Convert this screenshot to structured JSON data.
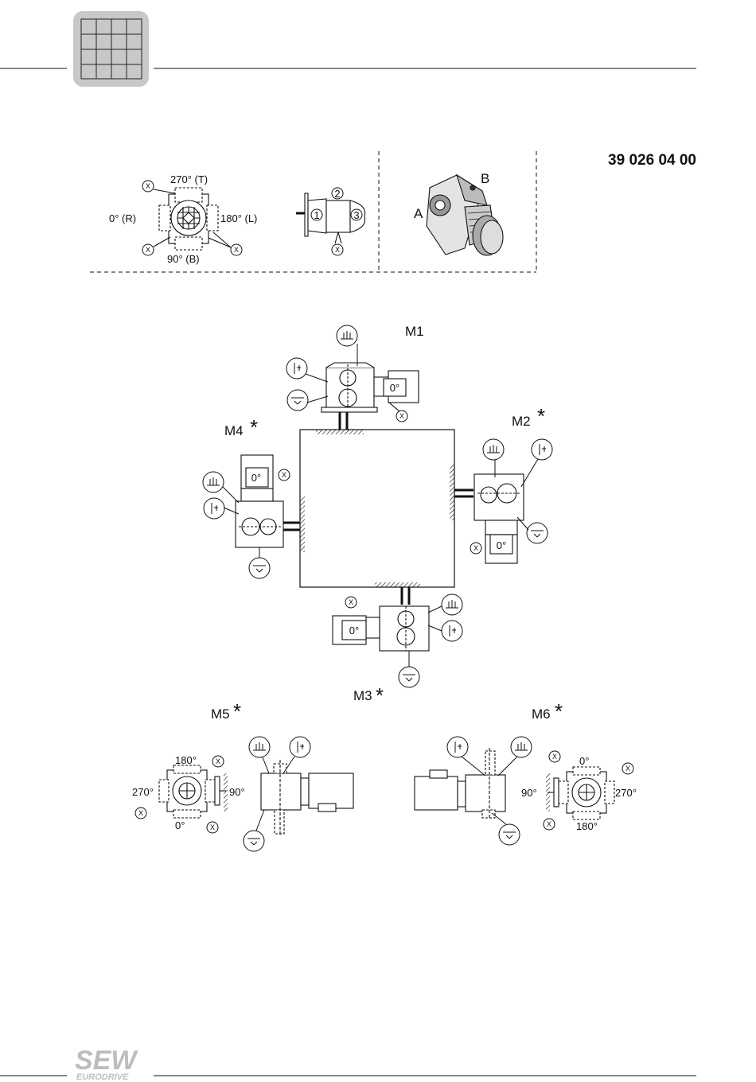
{
  "header": {
    "grid_icon": "grid-icon"
  },
  "code": "39 026 04 00",
  "legend": {
    "angle_top": "270° (T)",
    "angle_left": "0° (R)",
    "angle_right": "180° (L)",
    "angle_bottom": "90° (B)",
    "side_1": "1",
    "side_2": "2",
    "side_3": "3",
    "side_a": "A",
    "side_b": "B"
  },
  "positions": {
    "m1": "M1",
    "m2": "M2",
    "m3": "M3",
    "m4": "M4",
    "m5": "M5",
    "m6": "M6",
    "star": "*",
    "zero": "0°"
  },
  "m5_angles": {
    "top": "180°",
    "left": "270°",
    "right": "90°",
    "bottom": "0°"
  },
  "m6_angles": {
    "top": "0°",
    "left": "90°",
    "right": "270°",
    "bottom": "180°"
  },
  "marker_x": "X",
  "footer": {
    "brand": "SEW",
    "sub": "EURODRIVE"
  },
  "colors": {
    "line": "#111111",
    "logo": "#bdbdbd",
    "icon_bg": "#c8c8c8"
  }
}
